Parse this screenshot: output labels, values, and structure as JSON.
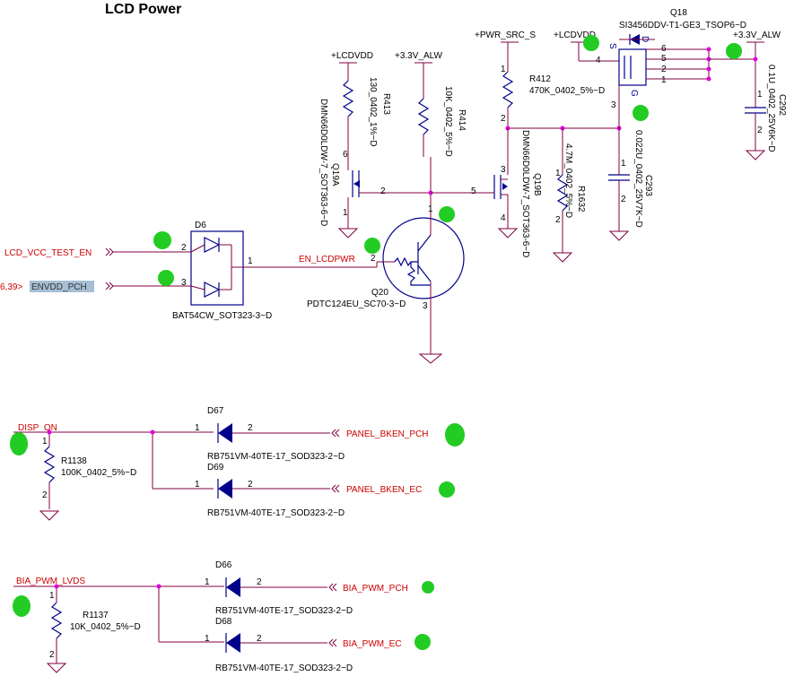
{
  "title": "LCD Power",
  "rails": {
    "lcdvdd_left": "+LCDVDD",
    "alw_33_left": "+3.3V_ALW",
    "pwr_src_s": "+PWR_SRC_S",
    "lcdvdd_right": "+LCDVDD",
    "alw_33_right": "+3.3V_ALW"
  },
  "parts": {
    "r413": {
      "ref": "R413",
      "value": "130_0402_1%~D"
    },
    "r414": {
      "ref": "R414",
      "value": "10K_0402_5%~D"
    },
    "r412": {
      "ref": "R412",
      "value": "470K_0402_5%~D"
    },
    "r1632": {
      "ref": "R1632",
      "value": "4.7M_0402_5%~D"
    },
    "r1138": {
      "ref": "R1138",
      "value": "100K_0402_5%~D"
    },
    "r1137": {
      "ref": "R1137",
      "value": "10K_0402_5%~D"
    },
    "q19a": {
      "ref": "Q19A",
      "value": "DMN66D0LDW-7_SOT363-6~D"
    },
    "q19b": {
      "ref": "Q19B",
      "value": "DMN66D0LDW-7_SOT363-6~D"
    },
    "q18": {
      "ref": "Q18",
      "value": "SI3456DDV-T1-GE3_TSOP6~D"
    },
    "q20": {
      "ref": "Q20",
      "value": "PDTC124EU_SC70-3~D"
    },
    "d6": {
      "ref": "D6",
      "value": "BAT54CW_SOT323-3~D"
    },
    "c293": {
      "ref": "C293",
      "value": "0.022U_0402_25V7K~D"
    },
    "c292": {
      "ref": "C292",
      "value": "0.1U_0402_25V6K~D"
    },
    "d67": {
      "ref": "D67",
      "value": "RB751VM-40TE-17_SOD323-2~D"
    },
    "d69": {
      "ref": "D69",
      "value": "RB751VM-40TE-17_SOD323-2~D"
    },
    "d66": {
      "ref": "D66",
      "value": "RB751VM-40TE-17_SOD323-2~D"
    },
    "d68": {
      "ref": "D68",
      "value": "RB751VM-40TE-17_SOD323-2~D"
    }
  },
  "nets": {
    "lcd_vcc_test_en": "LCD_VCC_TEST_EN",
    "envdd_prefix": "6,39>",
    "envdd_pch": "ENVDD_PCH",
    "en_lcdpwr": "EN_LCDPWR",
    "disp_on": "DISP_ON",
    "panel_bken_pch": "PANEL_BKEN_PCH",
    "panel_bken_ec": "PANEL_BKEN_EC",
    "bia_pwm_lvds": "BIA_PWM_LVDS",
    "bia_pwm_pch": "BIA_PWM_PCH",
    "bia_pwm_ec": "BIA_PWM_EC"
  },
  "pins": {
    "p1": "1",
    "p2": "2",
    "p3": "3",
    "p4": "4",
    "p5": "5",
    "p6": "6",
    "q18_d": "D",
    "q18_s": "S",
    "q18_g": "G"
  },
  "colors": {
    "wire": "#800040",
    "component": "#00008b",
    "net_label": "#cc0000",
    "junction": "#e000e0",
    "marker": "#22cc22",
    "highlight": "#a6bfd6"
  }
}
